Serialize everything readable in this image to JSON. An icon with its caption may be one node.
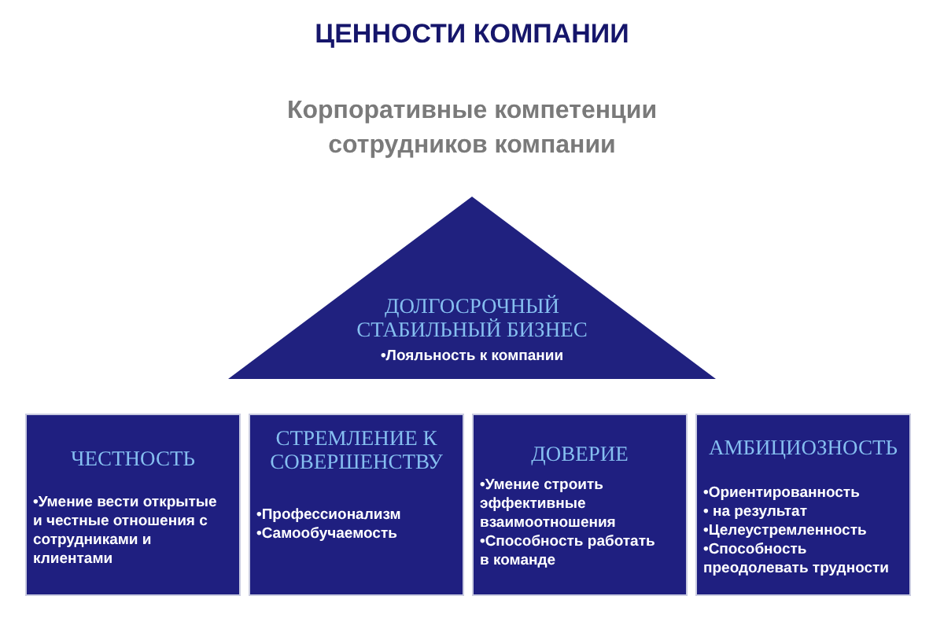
{
  "diagram": {
    "title": "ЦЕННОСТИ КОМПАНИИ",
    "nodes": [
      {
        "text": [
          "ДОЛГОСРОЧНЫЙ СТАБИЛЬНЫЙ БИЗНЕС",
          "•Лояльность к компании"
        ]
      },
      {
        "text": [
          "ЧЕСТНОСТЬ",
          "•Умение вести открытые и честные отношения с сотрудниками и клиентами"
        ]
      },
      {
        "text": [
          "СТРЕМЛЕНИЕ К СОВЕРШЕНСТВУ",
          "•Профессионализм",
          "•Самообучаемость"
        ]
      },
      {
        "text": [
          "ДОВЕРИЕ",
          "•Умение строить эффективные взаимоотношения",
          "•Способность работать в команде"
        ]
      },
      {
        "text": [
          "АМБИЦИОЗНОСТЬ",
          "•Ориентированность",
          "• на результат",
          "•Целеустремленность",
          "•Способность преодолевать трудности"
        ]
      }
    ],
    "labels": [
      "Корпоративные компетенции сотрудников компании"
    ]
  }
}
